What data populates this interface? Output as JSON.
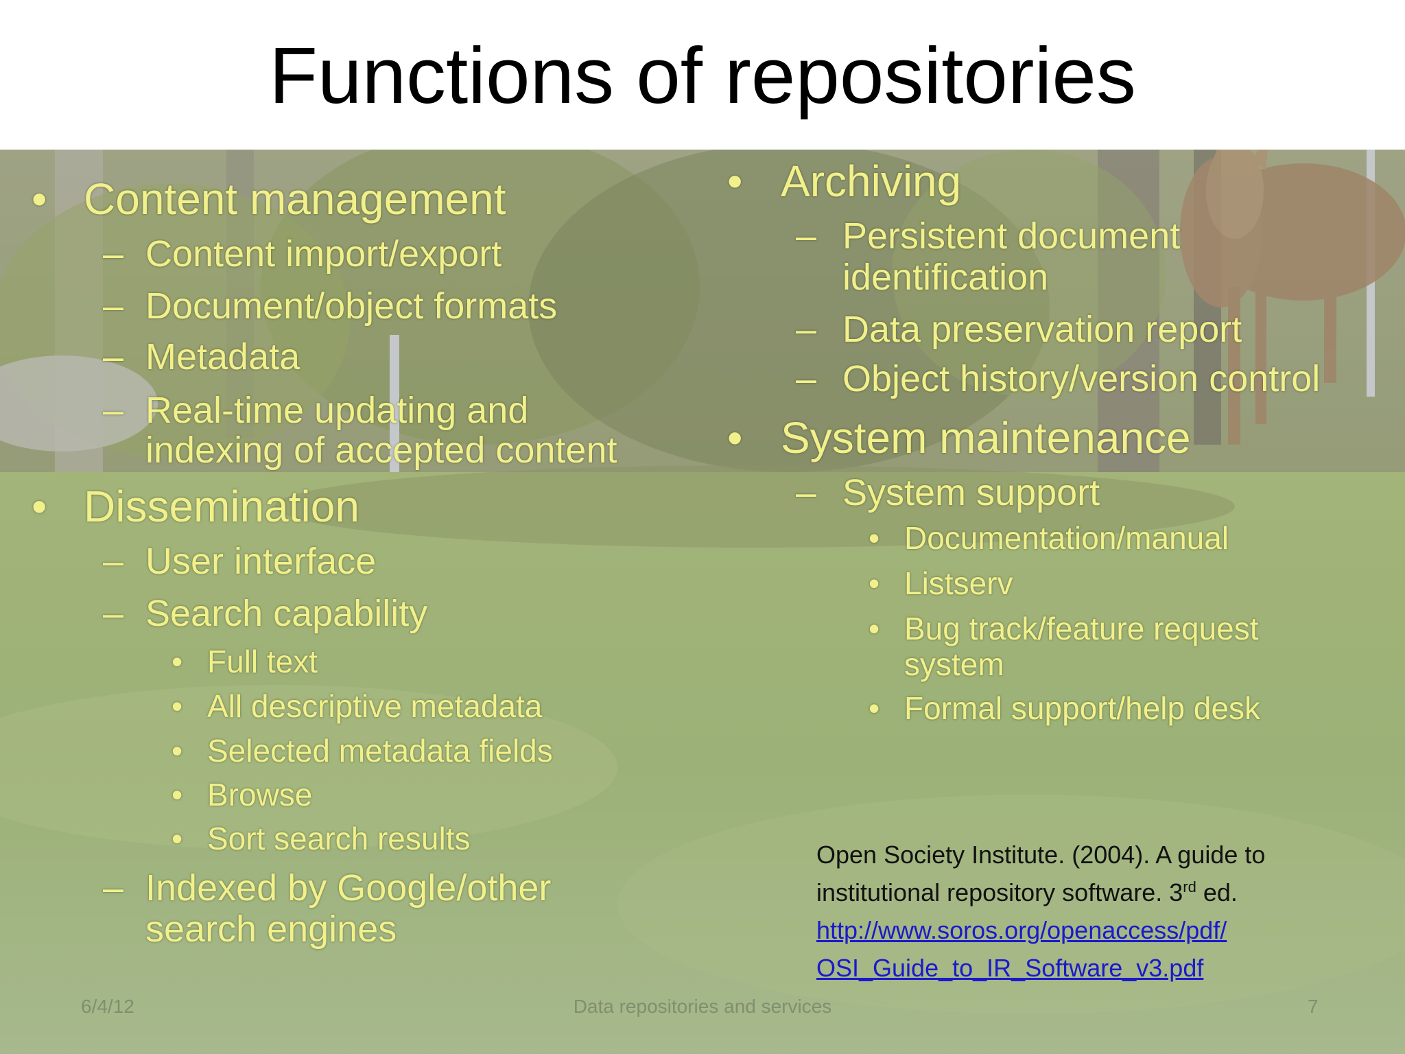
{
  "title": "Functions of repositories",
  "left_column": {
    "content_management": {
      "heading": "Content management",
      "items": [
        "Content import/export",
        "Document/object formats",
        "Metadata",
        "Real-time updating and",
        "indexing of accepted content"
      ]
    },
    "dissemination": {
      "heading": "Dissemination",
      "items": [
        "User interface",
        "Search capability"
      ],
      "search_items": [
        "Full text",
        "All descriptive metadata",
        "Selected metadata fields",
        "Browse",
        "Sort search results"
      ],
      "last_item_line1": "Indexed by Google/other",
      "last_item_line2": "search engines"
    }
  },
  "right_column": {
    "archiving": {
      "heading": "Archiving",
      "items": [
        "Persistent document",
        "identification",
        "Data preservation report",
        "Object history/version control"
      ]
    },
    "system_maintenance": {
      "heading": "System maintenance",
      "item": "System support",
      "support_items": [
        "Documentation/manual",
        "Listserv",
        "Bug track/feature request",
        "system",
        "Formal support/help desk"
      ]
    }
  },
  "citation": {
    "line1": "Open Society Institute. (2004). A guide to",
    "line2_pre": "institutional repository software. 3",
    "line2_sup": "rd",
    "line2_post": " ed.",
    "link_line1": "http://www.soros.org/openaccess/pdf/",
    "link_line2": "OSI_Guide_to_IR_Software_v3.pdf"
  },
  "footer": {
    "date": "6/4/12",
    "center": "Data repositories and services",
    "page": "7"
  },
  "colors": {
    "bullet_text": "#f2f08a",
    "link": "#1a1acc"
  }
}
